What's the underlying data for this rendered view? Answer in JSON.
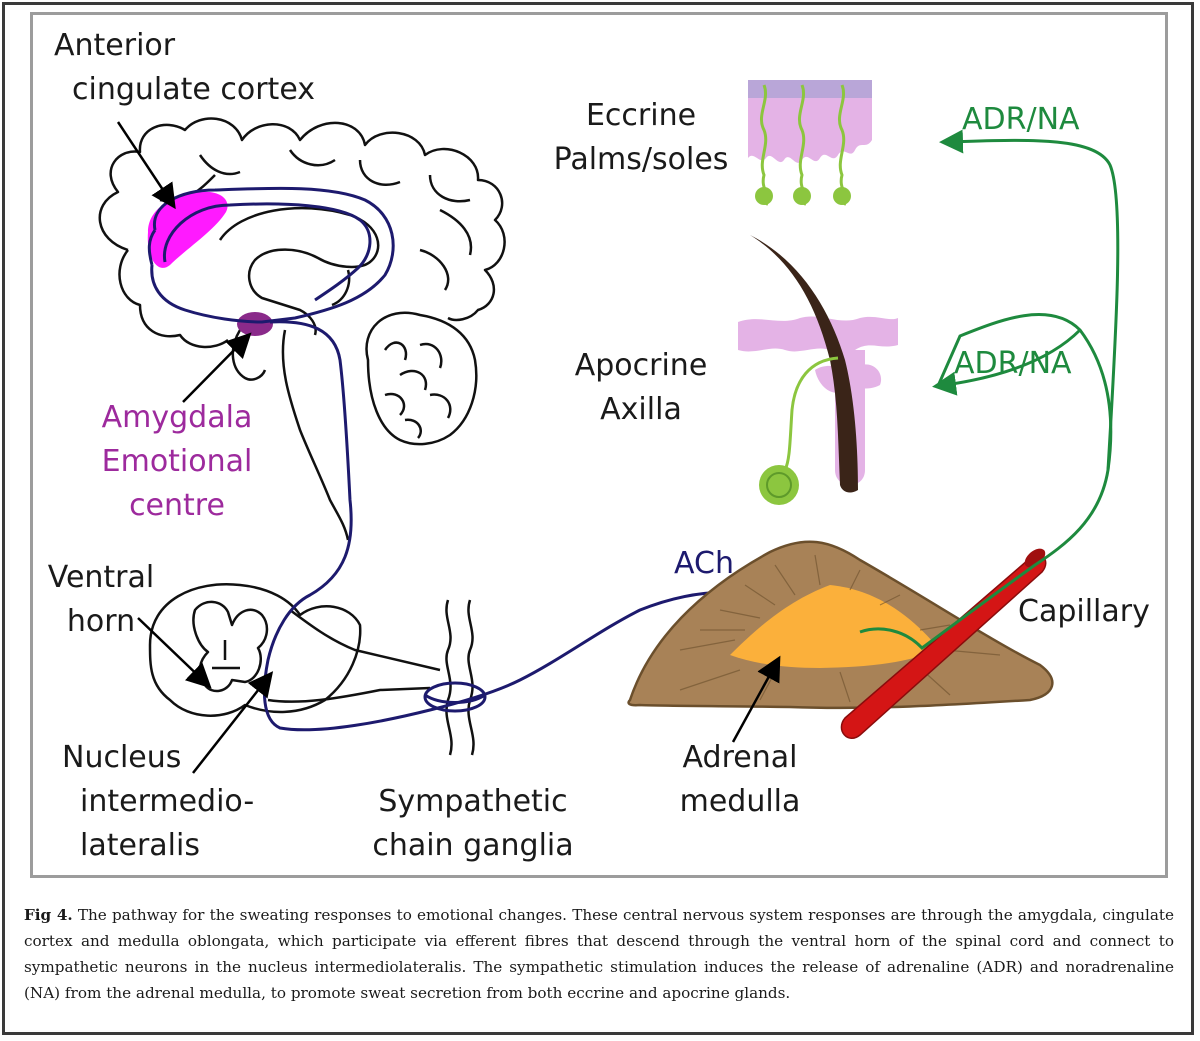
{
  "figure": {
    "labels": {
      "acc_line1": "Anterior",
      "acc_line2": "cingulate cortex",
      "amygdala_line1": "Amygdala",
      "amygdala_line2": "Emotional",
      "amygdala_line3": "centre",
      "ventral_line1": "Ventral",
      "ventral_line2": "horn",
      "nucleus_line1": "Nucleus",
      "nucleus_line2": "intermedio-",
      "nucleus_line3": "lateralis",
      "ganglia_line1": "Sympathetic",
      "ganglia_line2": "chain ganglia",
      "eccrine_line1": "Eccrine",
      "eccrine_line2": "Palms/soles",
      "apocrine_line1": "Apocrine",
      "apocrine_line2": "Axilla",
      "adrna_top": "ADR/NA",
      "adrna_mid": "ADR/NA",
      "ach": "ACh",
      "capillary": "Capillary",
      "adrenal_line1": "Adrenal",
      "adrenal_line2": "medulla"
    },
    "colors": {
      "nerve": "#1d1a6e",
      "green_path": "#1e8a3e",
      "cingulate": "#ff1aff",
      "amygdala": "#8a2a8a",
      "gland_pink": "#e4b3e6",
      "gland_green": "#8cc63f",
      "adrenal_cortex": "#a88257",
      "adrenal_medulla": "#fbb03b",
      "capillary": "#d41515",
      "hair": "#3a2418"
    }
  },
  "caption": {
    "label": "Fig 4.",
    "text": "The pathway for the sweating responses to emotional changes. These central nervous system responses are through the amygdala, cingulate cortex and medulla oblongata, which participate via efferent fibres that descend through the ventral horn of the spinal cord and connect to sympathetic neurons in the nucleus intermediolateralis. The sympathetic stimulation induces the release of adrenaline (ADR) and noradrenaline (NA) from the adrenal medulla, to promote sweat secretion from both eccrine and apocrine glands."
  }
}
